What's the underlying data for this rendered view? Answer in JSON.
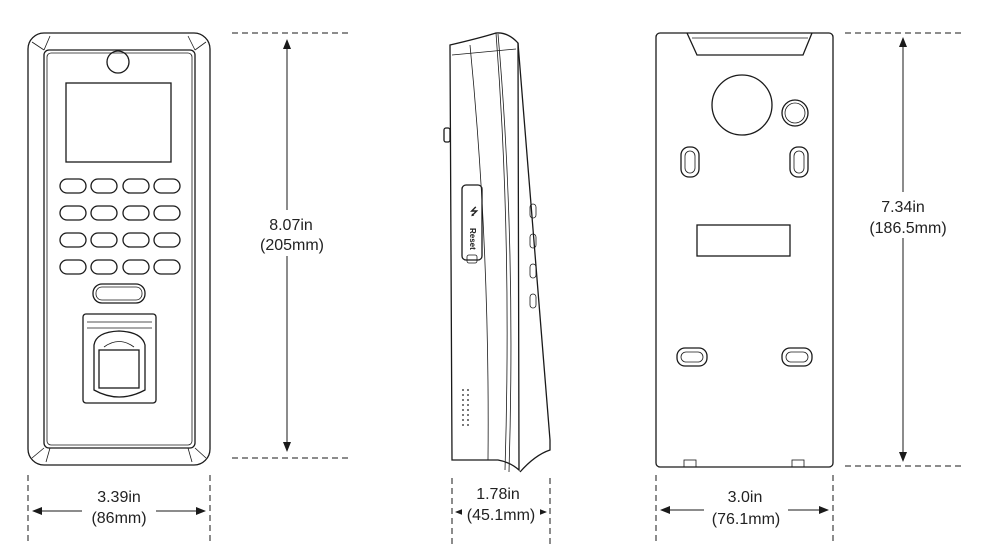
{
  "front_view": {
    "height_in": "8.07in",
    "height_mm": "(205mm)",
    "width_in": "3.39in",
    "width_mm": "(86mm)"
  },
  "side_view": {
    "reset_label": "Reset",
    "depth_in": "1.78in",
    "depth_mm": "(45.1mm)"
  },
  "back_view": {
    "height_in": "7.34in",
    "height_mm": "(186.5mm)",
    "width_in": "3.0in",
    "width_mm": "(76.1mm)"
  },
  "colors": {
    "line": "#1a1a1a",
    "background": "#ffffff"
  }
}
